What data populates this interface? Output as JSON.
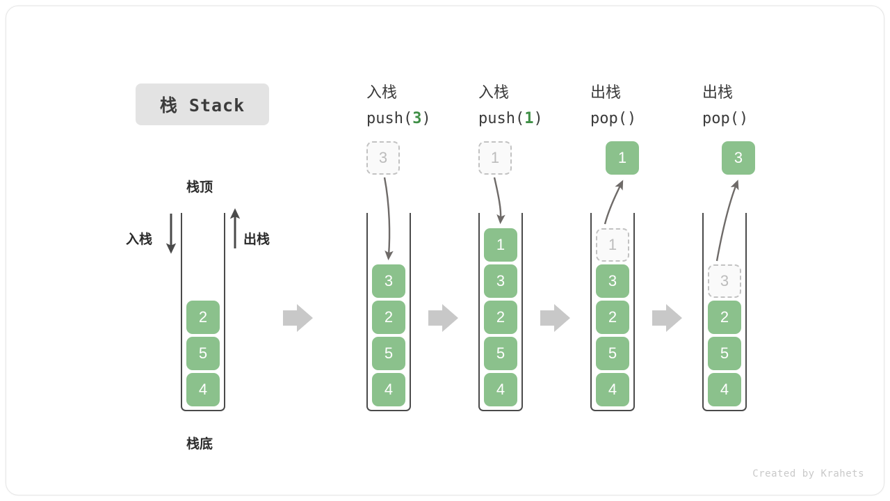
{
  "title_badge": "栈 Stack",
  "labels": {
    "top": "栈顶",
    "bottom": "栈底",
    "push": "入栈",
    "pop": "出栈"
  },
  "colors": {
    "cell_fill": "#8bc18c",
    "cell_text": "#ffffff",
    "ghost_fill": "#fafafa",
    "ghost_border": "#c2c2c2",
    "ghost_text": "#bcbcbc",
    "container_stroke": "#4a4a4a",
    "flow_arrow": "#c8c8c8",
    "motion_arrow": "#6e6a68",
    "badge_bg": "#e3e3e3",
    "accent_green": "#3f8f46"
  },
  "columns": [
    {
      "id": "initial",
      "head_cn": "",
      "head_op": "",
      "head_arg": "",
      "stack": [
        "2",
        "5",
        "4"
      ],
      "floating": null,
      "ghost_in_stack": null
    },
    {
      "id": "push-3",
      "head_cn": "入栈",
      "head_op_prefix": "push(",
      "head_arg": "3",
      "head_op_suffix": ")",
      "stack": [
        "3",
        "2",
        "5",
        "4"
      ],
      "floating": {
        "value": "3",
        "style": "ghost"
      },
      "ghost_in_stack": null,
      "motion": "down"
    },
    {
      "id": "push-1",
      "head_cn": "入栈",
      "head_op_prefix": "push(",
      "head_arg": "1",
      "head_op_suffix": ")",
      "stack": [
        "1",
        "3",
        "2",
        "5",
        "4"
      ],
      "floating": {
        "value": "1",
        "style": "ghost"
      },
      "ghost_in_stack": null,
      "motion": "down"
    },
    {
      "id": "pop-1",
      "head_cn": "出栈",
      "head_op_prefix": "pop(",
      "head_arg": "",
      "head_op_suffix": ")",
      "stack": [
        "3",
        "2",
        "5",
        "4"
      ],
      "floating": {
        "value": "1",
        "style": "filled"
      },
      "ghost_in_stack": {
        "value": "1",
        "slot": 0
      },
      "motion": "up"
    },
    {
      "id": "pop-3",
      "head_cn": "出栈",
      "head_op_prefix": "pop(",
      "head_arg": "",
      "head_op_suffix": ")",
      "stack": [
        "2",
        "5",
        "4"
      ],
      "floating": {
        "value": "3",
        "style": "filled"
      },
      "ghost_in_stack": {
        "value": "3",
        "slot": 0
      },
      "motion": "up"
    }
  ],
  "cells": {
    "c0": {
      "v0": "2",
      "v1": "5",
      "v2": "4"
    },
    "c1": {
      "v0": "3",
      "v1": "2",
      "v2": "5",
      "v3": "4",
      "float": "3"
    },
    "c2": {
      "v0": "1",
      "v1": "3",
      "v2": "2",
      "v3": "5",
      "v4": "4",
      "float": "1"
    },
    "c3": {
      "ghost": "1",
      "v0": "3",
      "v1": "2",
      "v2": "5",
      "v3": "4",
      "float": "1"
    },
    "c4": {
      "ghost": "3",
      "v0": "2",
      "v1": "5",
      "v2": "4",
      "float": "3"
    }
  },
  "headers": {
    "h1_cn": "入栈",
    "h1_code_a": "push(",
    "h1_code_arg": "3",
    "h1_code_b": ")",
    "h2_cn": "入栈",
    "h2_code_a": "push(",
    "h2_code_arg": "1",
    "h2_code_b": ")",
    "h3_cn": "出栈",
    "h3_code_a": "pop(",
    "h3_code_arg": "",
    "h3_code_b": ")",
    "h4_cn": "出栈",
    "h4_code_a": "pop(",
    "h4_code_arg": "",
    "h4_code_b": ")"
  },
  "footer": "Created by Krahets"
}
